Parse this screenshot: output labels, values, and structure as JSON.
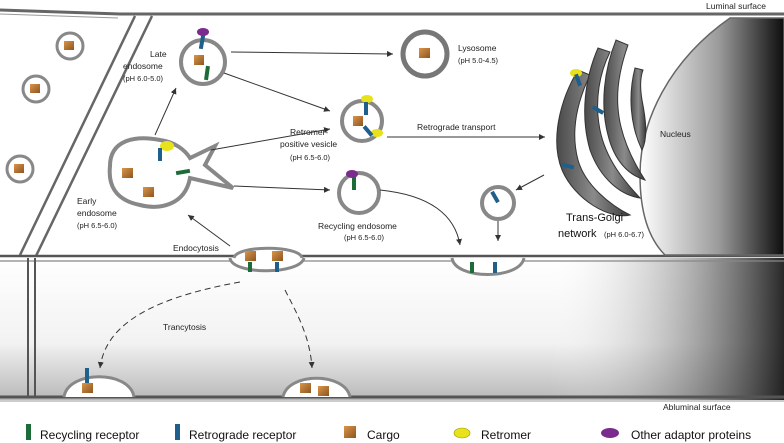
{
  "labels": {
    "luminal_surface": "Luminal surface",
    "abluminal_surface": "Abluminal surface",
    "nucleus": "Nucleus",
    "late_endosome": "Late",
    "late_endosome_2": "endosome",
    "late_endosome_ph": "(pH 6.0-5.0)",
    "lysosome": "Lysosome",
    "lysosome_ph": "(pH 5.0-4.5)",
    "retromer_vesicle_1": "Retromer-",
    "retromer_vesicle_2": "positive vesicle",
    "retromer_vesicle_ph": "(pH 6.5-6.0)",
    "retrograde_transport": "Retrograde transport",
    "early_endosome_1": "Early",
    "early_endosome_2": "endosome",
    "early_endosome_ph": "(pH 6.5-6.0)",
    "recycling_endosome": "Recycling endosome",
    "recycling_endosome_ph": "(pH 6.5-6.0)",
    "tgn_1": "Trans-Golgi",
    "tgn_2": "network",
    "tgn_ph": "(pH 6.0-6.7)",
    "endocytosis": "Endocytosis",
    "trancytosis": "Trancytosis"
  },
  "legend": [
    {
      "label": "Recycling receptor",
      "icon": "recycling-receptor-icon",
      "color": "#1e6b3a"
    },
    {
      "label": "Retrograde receptor",
      "icon": "retrograde-receptor-icon",
      "color": "#1f5f8b"
    },
    {
      "label": "Cargo",
      "icon": "cargo-icon",
      "color": "#b5722c"
    },
    {
      "label": "Retromer",
      "icon": "retromer-icon",
      "color": "#e8e21a"
    },
    {
      "label": "Other adaptor proteins",
      "icon": "adaptor-protein-icon",
      "color": "#7b2a8e"
    }
  ]
}
